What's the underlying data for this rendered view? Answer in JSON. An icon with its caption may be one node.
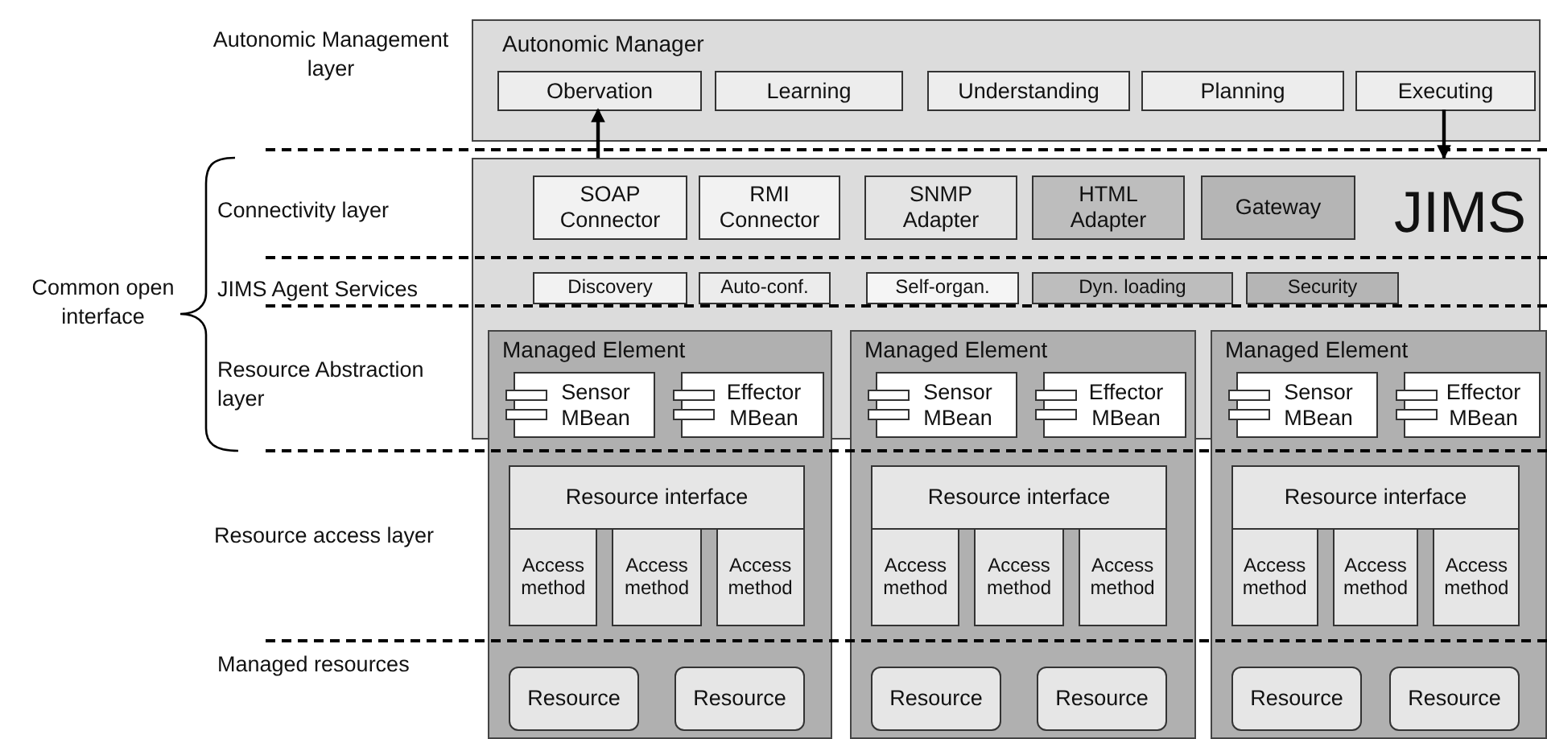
{
  "diagram": {
    "nodes": [
      {
        "text": [
          "Autonomic Manager"
        ]
      },
      {
        "text": [
          "Obervation"
        ],
        "in": 0
      },
      {
        "text": [
          "Learning"
        ],
        "in": 0
      },
      {
        "text": [
          "Understanding"
        ],
        "in": 0
      },
      {
        "text": [
          "Planning"
        ],
        "in": 0
      },
      {
        "text": [
          "Executing"
        ],
        "in": 0
      },
      {
        "text": [
          "JIMS"
        ]
      },
      {
        "text": [
          "SOAP Connector"
        ],
        "in": 6
      },
      {
        "text": [
          "RMI Connector"
        ],
        "in": 6
      },
      {
        "text": [
          "SNMP Adapter"
        ],
        "in": 6
      },
      {
        "text": [
          "HTML Adapter"
        ],
        "in": 6
      },
      {
        "text": [
          "Gateway"
        ],
        "in": 6
      },
      {
        "text": [
          "Discovery"
        ],
        "in": 6
      },
      {
        "text": [
          "Auto-conf."
        ],
        "in": 6
      },
      {
        "text": [
          "Self-organ."
        ],
        "in": 6
      },
      {
        "text": [
          "Dyn. loading"
        ],
        "in": 6
      },
      {
        "text": [
          "Security"
        ],
        "in": 6
      },
      {
        "text": [
          "Managed Element"
        ]
      },
      {
        "text": [
          "Sensor MBean"
        ]
      },
      {
        "text": [
          "Effector MBean"
        ]
      },
      {
        "text": [
          "Resource interface"
        ],
        "in": 17
      },
      {
        "text": [
          "Access method"
        ],
        "in": 17
      },
      {
        "text": [
          "Access method"
        ],
        "in": 17
      },
      {
        "text": [
          "Access method"
        ],
        "in": 17
      },
      {
        "text": [
          "Resource"
        ],
        "in": 17
      },
      {
        "text": [
          "Resource"
        ],
        "in": 17
      },
      {
        "text": [
          "Managed Element"
        ]
      },
      {
        "text": [
          "Sensor MBean"
        ]
      },
      {
        "text": [
          "Effector MBean"
        ]
      },
      {
        "text": [
          "Resource interface"
        ],
        "in": 26
      },
      {
        "text": [
          "Access method"
        ],
        "in": 26
      },
      {
        "text": [
          "Access method"
        ],
        "in": 26
      },
      {
        "text": [
          "Access method"
        ],
        "in": 26
      },
      {
        "text": [
          "Resource"
        ],
        "in": 26
      },
      {
        "text": [
          "Resource"
        ],
        "in": 26
      },
      {
        "text": [
          "Managed Element"
        ]
      },
      {
        "text": [
          "Sensor MBean"
        ]
      },
      {
        "text": [
          "Effector MBean"
        ]
      },
      {
        "text": [
          "Resource interface"
        ],
        "in": 35
      },
      {
        "text": [
          "Access method"
        ],
        "in": 35
      },
      {
        "text": [
          "Access method"
        ],
        "in": 35
      },
      {
        "text": [
          "Access method"
        ],
        "in": 35
      },
      {
        "text": [
          "Resource"
        ],
        "in": 35
      },
      {
        "text": [
          "Resource"
        ],
        "in": 35
      }
    ],
    "edges": [
      {
        "from": 6,
        "to": 1,
        "arrow": "to"
      },
      {
        "from": 5,
        "to": 6,
        "arrow": "to"
      }
    ],
    "labels": [
      "Autonomic Management layer",
      "Connectivity layer",
      "Common open interface",
      "JIMS Agent Services",
      "Resource Abstraction layer",
      "Resource access layer",
      "Managed resources"
    ]
  }
}
